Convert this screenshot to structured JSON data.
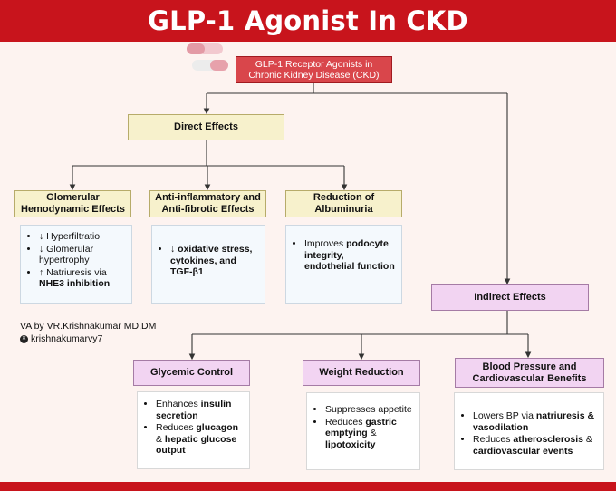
{
  "title": "GLP-1 Agonist In CKD",
  "root": {
    "line1": "GLP-1 Receptor Agonists in",
    "line2": "Chronic Kidney Disease (CKD)"
  },
  "direct": {
    "label": "Direct Effects",
    "glomerular": {
      "line1": "Glomerular",
      "line2": "Hemodynamic Effects",
      "items": [
        {
          "text": "↓ Hyperfiltratio"
        },
        {
          "text": "↓ Glomerular hypertrophy"
        },
        {
          "pre": "↑ Natriuresis via ",
          "bold": "NHE3 inhibition"
        }
      ]
    },
    "antiinflammatory": {
      "line1": "Anti-inflammatory and",
      "line2": "Anti-fibrotic Effects",
      "items": [
        {
          "bold": "↓ oxidative stress, cytokines, and TGF-β1"
        }
      ]
    },
    "albuminuria": {
      "line1": "Reduction of",
      "line2": "Albuminuria",
      "items": [
        {
          "pre": "Improves ",
          "bold": "podocyte integrity, endothelial function"
        }
      ]
    }
  },
  "indirect": {
    "label": "Indirect Effects",
    "glycemic": {
      "label": "Glycemic Control",
      "items": [
        {
          "pre": "Enhances ",
          "bold": "insulin secretion"
        },
        {
          "pre": "Reduces ",
          "bold": "glucagon",
          "mid": " & ",
          "bold2": "hepatic glucose output"
        }
      ]
    },
    "weight": {
      "label": "Weight Reduction",
      "items": [
        {
          "pre": "Suppresses appetite"
        },
        {
          "pre": "Reduces ",
          "bold": "gastric emptying",
          "mid": " & ",
          "bold2": "lipotoxicity"
        }
      ]
    },
    "bp": {
      "line1": "Blood Pressure and",
      "line2": "Cardiovascular Benefits",
      "items": [
        {
          "pre": "Lowers BP via ",
          "bold": "natriuresis & vasodilation"
        },
        {
          "pre": "Reduces ",
          "bold": "atherosclerosis",
          "mid": " & ",
          "bold2": "cardiovascular events"
        }
      ]
    }
  },
  "credit": {
    "author": "VA by VR.Krishnakumar MD,DM",
    "handle": "krishnakumarvy7",
    "handle_icon": "x-logo-icon"
  },
  "colors": {
    "title_bar": "#c8141c",
    "root_box": "#d9464b",
    "direct_box": "#f7f1cc",
    "indirect_box": "#f2d4f2"
  }
}
